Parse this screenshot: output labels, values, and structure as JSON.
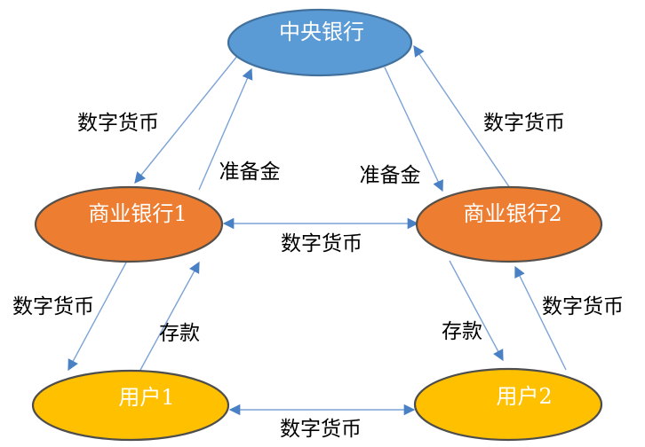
{
  "diagram": {
    "description": "Two-tier central bank digital currency circulation diagram",
    "nodes": {
      "central_bank": {
        "label": "中央银行",
        "fill": "#5B9BD5",
        "stroke": "#41719C",
        "text_color": "#FFFFFF"
      },
      "commercial_bank_1": {
        "label": "商业银行1",
        "fill": "#ED7D31",
        "stroke": "#56504A",
        "text_color": "#FFFFFF"
      },
      "commercial_bank_2": {
        "label": "商业银行2",
        "fill": "#ED7D31",
        "stroke": "#56504A",
        "text_color": "#FFFFFF"
      },
      "user_1": {
        "label": "用户1",
        "fill": "#FFC000",
        "stroke": "#4D4D4D",
        "text_color": "#FFFFFF"
      },
      "user_2": {
        "label": "用户2",
        "fill": "#FFC000",
        "stroke": "#4D4D4D",
        "text_color": "#FFFFFF"
      }
    },
    "edge_labels": {
      "cb_to_bank1": "数字货币",
      "bank1_to_cb": "准备金",
      "cb_to_bank2": "准备金",
      "bank2_to_cb": "数字货币",
      "bank1_bank2": "数字货币",
      "bank1_to_user1": "数字货币",
      "user1_to_bank1": "存款",
      "bank2_to_user2": "存款",
      "user2_to_bank2": "数字货币",
      "user1_user2": "数字货币"
    },
    "edges": [
      {
        "from": "central_bank",
        "to": "commercial_bank_1",
        "label": "数字货币",
        "arrows": "single"
      },
      {
        "from": "commercial_bank_1",
        "to": "central_bank",
        "label": "准备金",
        "arrows": "single"
      },
      {
        "from": "central_bank",
        "to": "commercial_bank_2",
        "label": "准备金",
        "arrows": "single"
      },
      {
        "from": "commercial_bank_2",
        "to": "central_bank",
        "label": "数字货币",
        "arrows": "single"
      },
      {
        "from": "commercial_bank_1",
        "to": "commercial_bank_2",
        "label": "数字货币",
        "arrows": "double"
      },
      {
        "from": "commercial_bank_1",
        "to": "user_1",
        "label": "数字货币",
        "arrows": "single"
      },
      {
        "from": "user_1",
        "to": "commercial_bank_1",
        "label": "存款",
        "arrows": "single"
      },
      {
        "from": "commercial_bank_2",
        "to": "user_2",
        "label": "存款",
        "arrows": "single"
      },
      {
        "from": "user_2",
        "to": "commercial_bank_2",
        "label": "数字货币",
        "arrows": "single"
      },
      {
        "from": "user_1",
        "to": "user_2",
        "label": "数字货币",
        "arrows": "double"
      }
    ]
  },
  "palette": {
    "background": "#FFFFFF",
    "blue-fill": "#5B9BD5",
    "blue-stroke": "#41719C",
    "orange-fill": "#ED7D31",
    "orange-stroke": "#56504A",
    "gold-fill": "#FFC000",
    "gold-stroke": "#4D4D4D",
    "line": "#7CA3D6",
    "arrow": "#4A80C4",
    "node-text": "#FFFFFF",
    "label-text": "#000000"
  }
}
